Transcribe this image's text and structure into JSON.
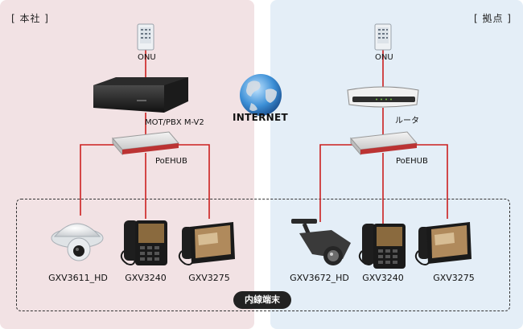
{
  "zones": {
    "left": "[ 本社 ]",
    "right": "[ 拠点 ]"
  },
  "left": {
    "onu": "ONU",
    "pbx": "MOT/PBX M-V2",
    "hub": "PoEHUB",
    "devices": [
      "GXV3611_HD",
      "GXV3240",
      "GXV3275"
    ]
  },
  "right": {
    "onu": "ONU",
    "router": "ルータ",
    "hub": "PoEHUB",
    "devices": [
      "GXV3672_HD",
      "GXV3240",
      "GXV3275"
    ]
  },
  "internet": "INTERNET",
  "terminal_group": "内線端末",
  "colors": {
    "link": "#cc1f1f",
    "left_zone": "#f2e2e4",
    "right_zone": "#e4eef7"
  },
  "icons": [
    "onu-icon",
    "pbx-icon",
    "hub-icon",
    "router-icon",
    "globe-icon",
    "dome-camera-icon",
    "video-phone-icon",
    "bullet-camera-icon"
  ]
}
